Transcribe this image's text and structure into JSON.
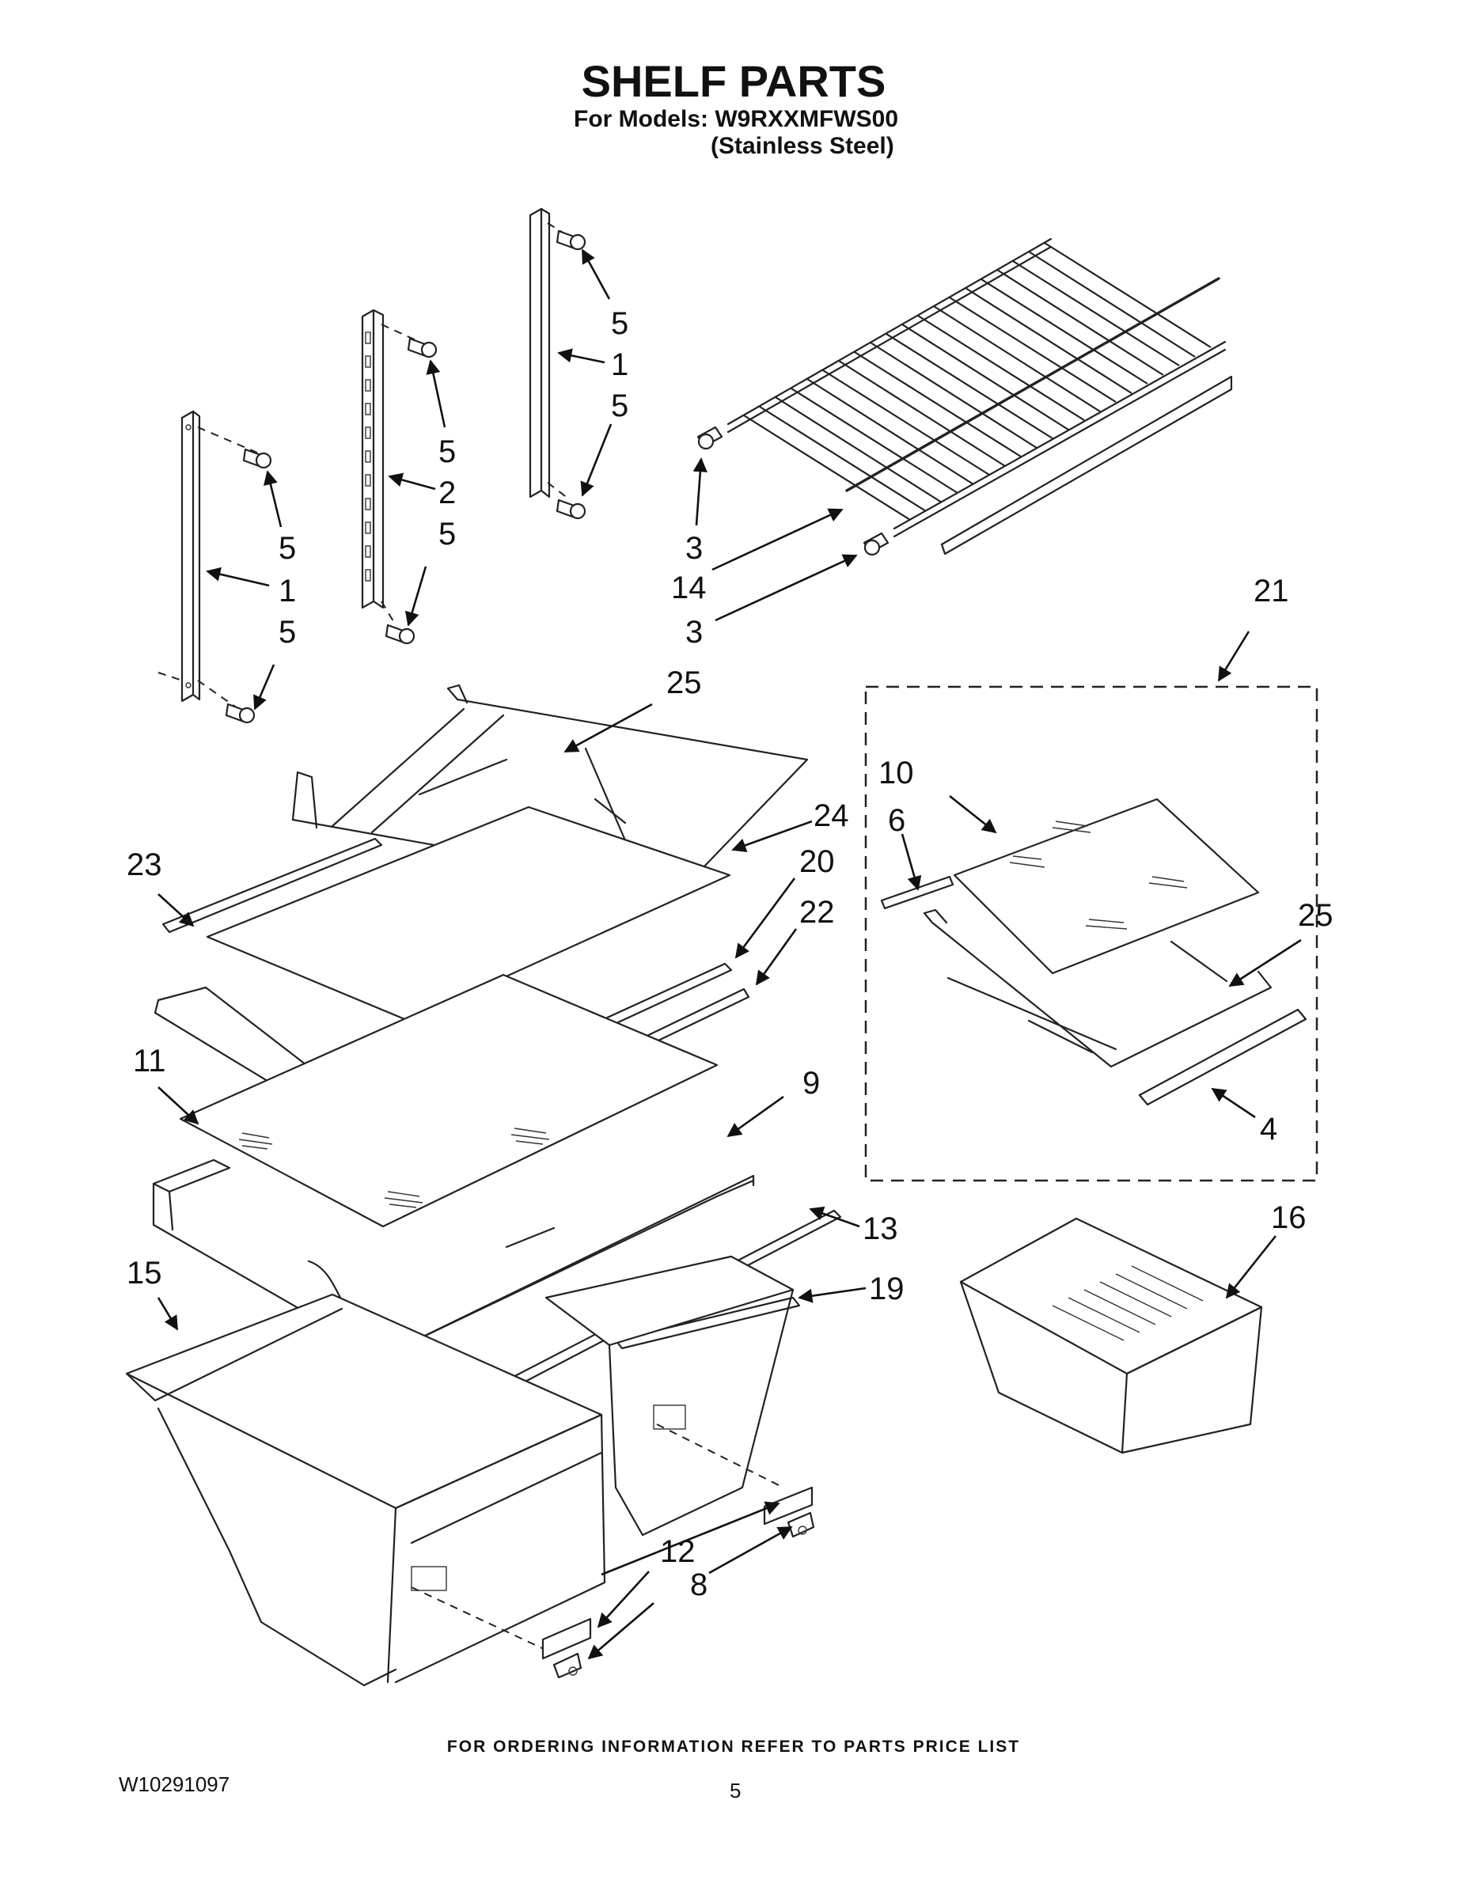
{
  "header": {
    "title": "SHELF PARTS",
    "models_line": "For Models: W9RXXMFWS00",
    "finish_line": "(Stainless Steel)"
  },
  "callouts": {
    "c5_a": "5",
    "c1_a": "1",
    "c5_b": "5",
    "c5_c": "5",
    "c2": "2",
    "c5_d": "5",
    "c5_e": "5",
    "c1_b": "1",
    "c5_f": "5",
    "c3_a": "3",
    "c14": "14",
    "c3_b": "3",
    "c21": "21",
    "c25_a": "25",
    "c10": "10",
    "c6": "6",
    "c25_b": "25",
    "c4": "4",
    "c24": "24",
    "c23": "23",
    "c20": "20",
    "c22": "22",
    "c11": "11",
    "c9": "9",
    "c13": "13",
    "c15": "15",
    "c19": "19",
    "c16": "16",
    "c12": "12",
    "c8": "8"
  },
  "footer": {
    "ordering_note": "FOR ORDERING INFORMATION REFER TO PARTS PRICE LIST",
    "doc_number": "W10291097",
    "page_number": "5"
  }
}
